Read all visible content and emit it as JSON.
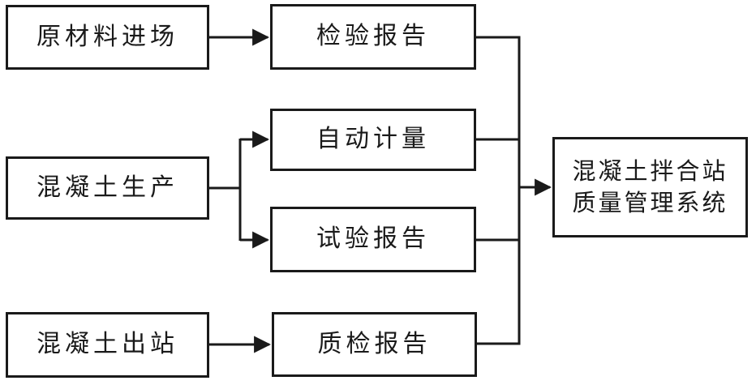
{
  "diagram": {
    "type": "flowchart",
    "background": "#ffffff",
    "line_color": "#1a1a1a",
    "text_color": "#1a1a1a",
    "nodes": {
      "raw_material": {
        "label": "原材料进场"
      },
      "inspection_report": {
        "label": "检验报告"
      },
      "concrete_production": {
        "label": "混凝土生产"
      },
      "auto_metering": {
        "label": "自动计量"
      },
      "test_report": {
        "label": "试验报告"
      },
      "concrete_exit": {
        "label": "混凝土出站"
      },
      "quality_report": {
        "label": "质检报告"
      },
      "system": {
        "line1": "混凝土拌合站",
        "line2": "质量管理系统"
      }
    },
    "edges": [
      {
        "from": "raw_material",
        "to": "inspection_report"
      },
      {
        "from": "concrete_production",
        "to": "auto_metering"
      },
      {
        "from": "concrete_production",
        "to": "test_report"
      },
      {
        "from": "concrete_exit",
        "to": "quality_report"
      },
      {
        "from": "inspection_report",
        "to": "system"
      },
      {
        "from": "auto_metering",
        "to": "system"
      },
      {
        "from": "test_report",
        "to": "system"
      },
      {
        "from": "quality_report",
        "to": "system"
      }
    ]
  }
}
